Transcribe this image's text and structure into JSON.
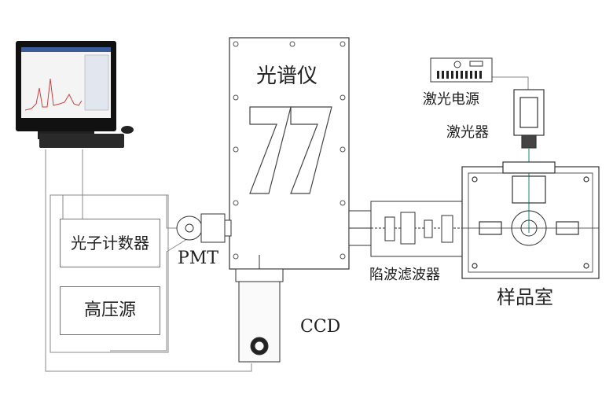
{
  "labels": {
    "spectrometer": "光谱仪",
    "laser_power": "激光电源",
    "laser": "激光器",
    "photon_counter": "光子计数器",
    "high_voltage": "高压源",
    "pmt": "PMT",
    "ccd": "CCD",
    "notch_filter": "陷波滤波器",
    "sample_chamber": "样品室"
  },
  "colors": {
    "line": "#8a8a8a",
    "outline": "#333333",
    "screen_accent": "#d04040",
    "beam": "#3aa08a"
  }
}
